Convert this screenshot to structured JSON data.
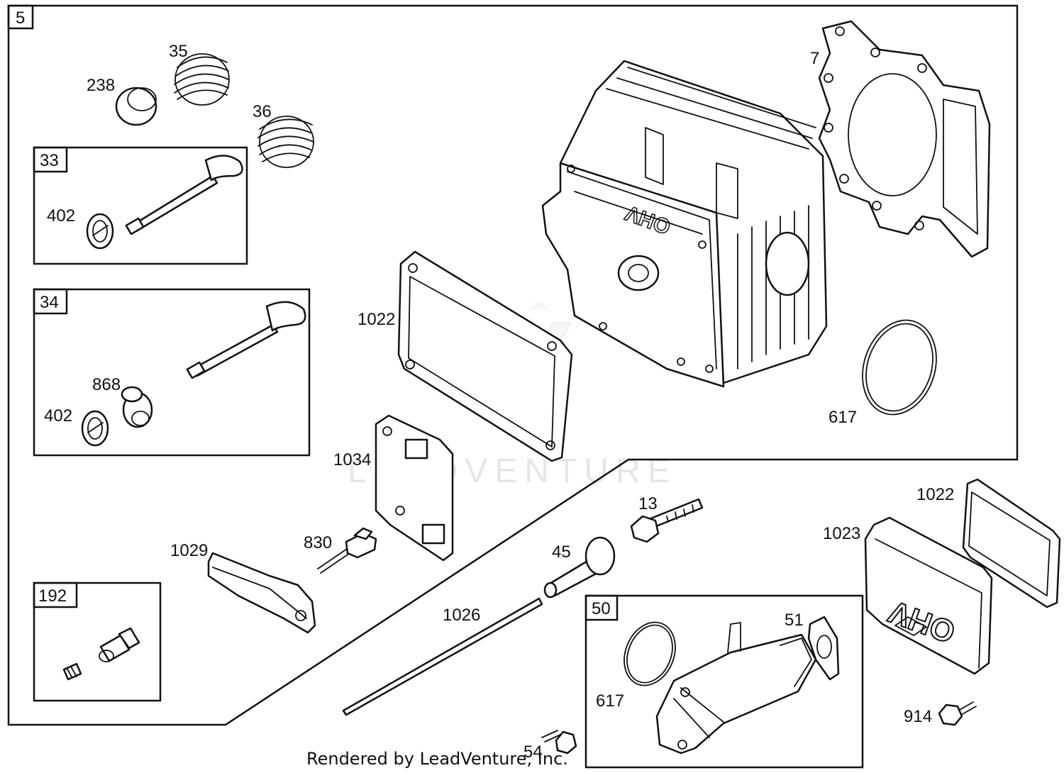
{
  "diagram": {
    "credit": "Rendered by LeadVenture, Inc.",
    "watermark": "LEADVENTURE",
    "cover_mark": "OHV",
    "boxes": [
      {
        "id": "5"
      },
      {
        "id": "33"
      },
      {
        "id": "34"
      },
      {
        "id": "192"
      },
      {
        "id": "50"
      }
    ],
    "labels": [
      {
        "id": "238",
        "text": "238"
      },
      {
        "id": "35",
        "text": "35"
      },
      {
        "id": "36",
        "text": "36"
      },
      {
        "id": "402a",
        "text": "402"
      },
      {
        "id": "402b",
        "text": "402"
      },
      {
        "id": "868",
        "text": "868"
      },
      {
        "id": "7",
        "text": "7"
      },
      {
        "id": "1022a",
        "text": "1022"
      },
      {
        "id": "617a",
        "text": "617"
      },
      {
        "id": "1034",
        "text": "1034"
      },
      {
        "id": "1029",
        "text": "1029"
      },
      {
        "id": "830",
        "text": "830"
      },
      {
        "id": "13",
        "text": "13"
      },
      {
        "id": "45",
        "text": "45"
      },
      {
        "id": "1026",
        "text": "1026"
      },
      {
        "id": "1022b",
        "text": "1022"
      },
      {
        "id": "1023",
        "text": "1023"
      },
      {
        "id": "51",
        "text": "51"
      },
      {
        "id": "617b",
        "text": "617"
      },
      {
        "id": "914",
        "text": "914"
      },
      {
        "id": "54",
        "text": "54"
      }
    ]
  }
}
